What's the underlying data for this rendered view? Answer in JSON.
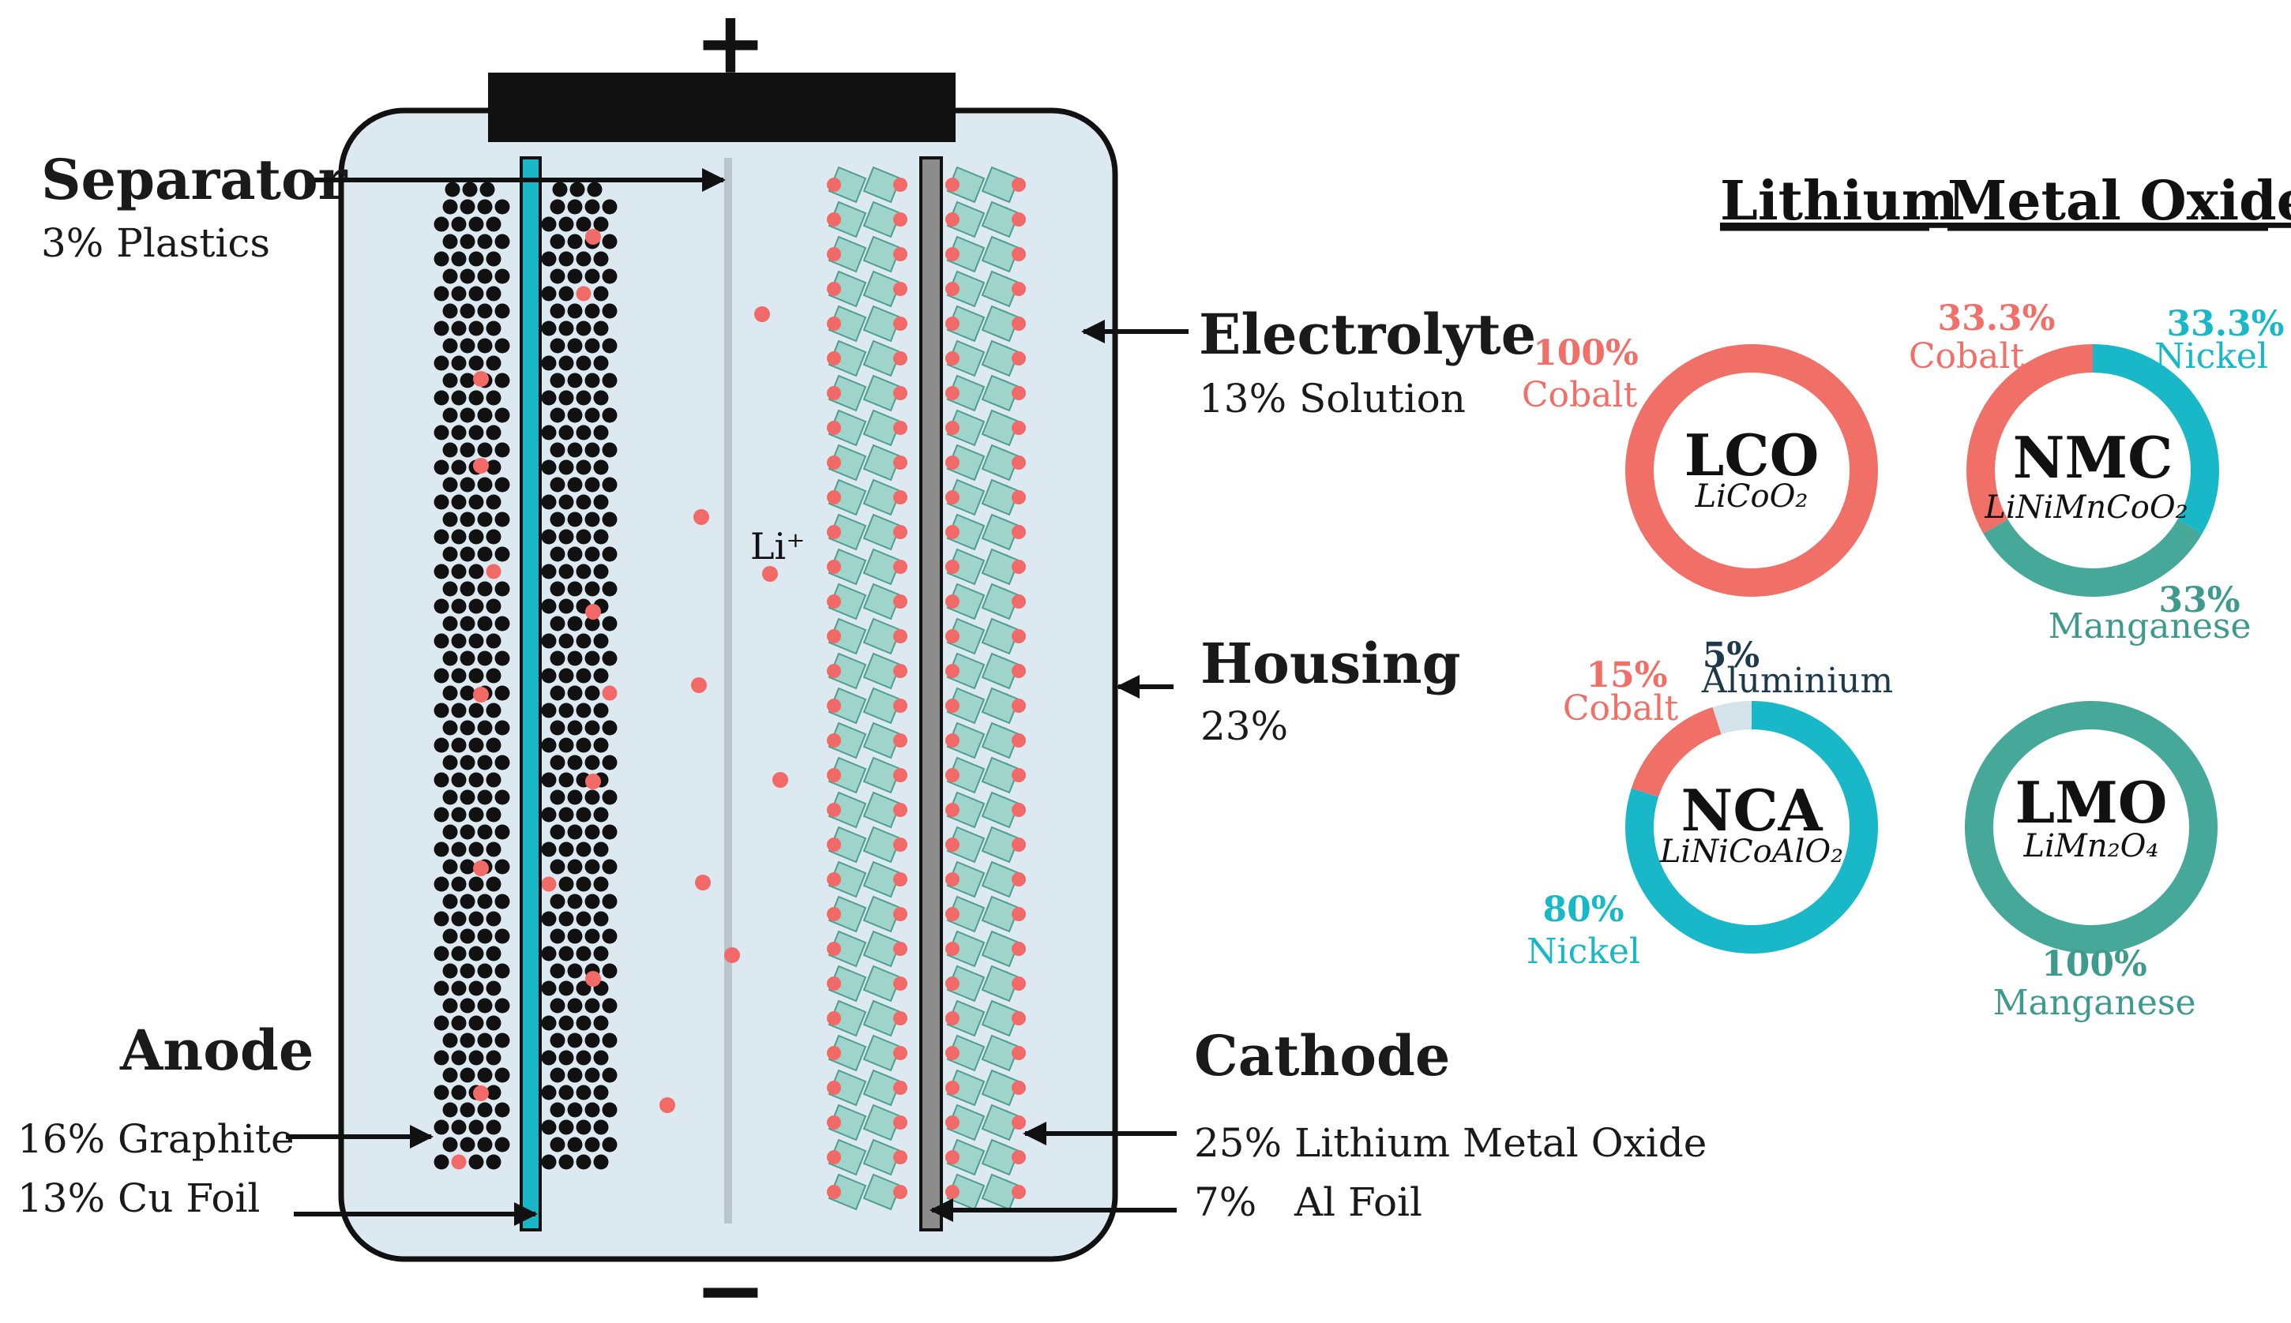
{
  "colors": {
    "cobalt": "#F07068",
    "nickel": "#19B8C8",
    "manganese": "#45A898",
    "aluminium": "#D4E3EA",
    "housing_fill": "#DDE9F0",
    "graphite": "#111111",
    "lithium_ion": "#F26A67",
    "cathode_crystal": "#9ED4C9"
  },
  "battery": {
    "positive_sign": "+",
    "negative_sign": "−",
    "ion_label": "Li⁺",
    "separator": {
      "title": "Separator",
      "detail": "3% Plastics"
    },
    "electrolyte": {
      "title": "Electrolyte",
      "detail": "13% Solution"
    },
    "housing": {
      "title": "Housing",
      "detail": "23%"
    },
    "anode": {
      "title": "Anode",
      "graphite": "16% Graphite",
      "foil": "13% Cu Foil"
    },
    "cathode": {
      "title": "Cathode",
      "oxide": "25% Lithium Metal Oxide",
      "foil": "7%   Al Foil"
    }
  },
  "oxides": {
    "heading_word1": "Lithium",
    "heading_word2": "Metal Oxide",
    "rings": [
      {
        "name": "LCO",
        "formula": "LiCoO₂",
        "segments": [
          {
            "metal": "Cobalt",
            "value": 100,
            "label": "100%"
          }
        ]
      },
      {
        "name": "NMC",
        "formula": "LiNiMnCoO₂",
        "segments": [
          {
            "metal": "Nickel",
            "value": 33.3,
            "label": "33.3%"
          },
          {
            "metal": "Manganese",
            "value": 33.3,
            "label": "33%"
          },
          {
            "metal": "Cobalt",
            "value": 33.3,
            "label": "33.3%"
          }
        ]
      },
      {
        "name": "NCA",
        "formula": "LiNiCoAlO₂",
        "segments": [
          {
            "metal": "Nickel",
            "value": 80,
            "label": "80%"
          },
          {
            "metal": "Cobalt",
            "value": 15,
            "label": "15%"
          },
          {
            "metal": "Aluminium",
            "value": 5,
            "label": "5%"
          }
        ]
      },
      {
        "name": "LMO",
        "formula": "LiMn₂O₄",
        "segments": [
          {
            "metal": "Manganese",
            "value": 100,
            "label": "100%"
          }
        ]
      }
    ]
  }
}
